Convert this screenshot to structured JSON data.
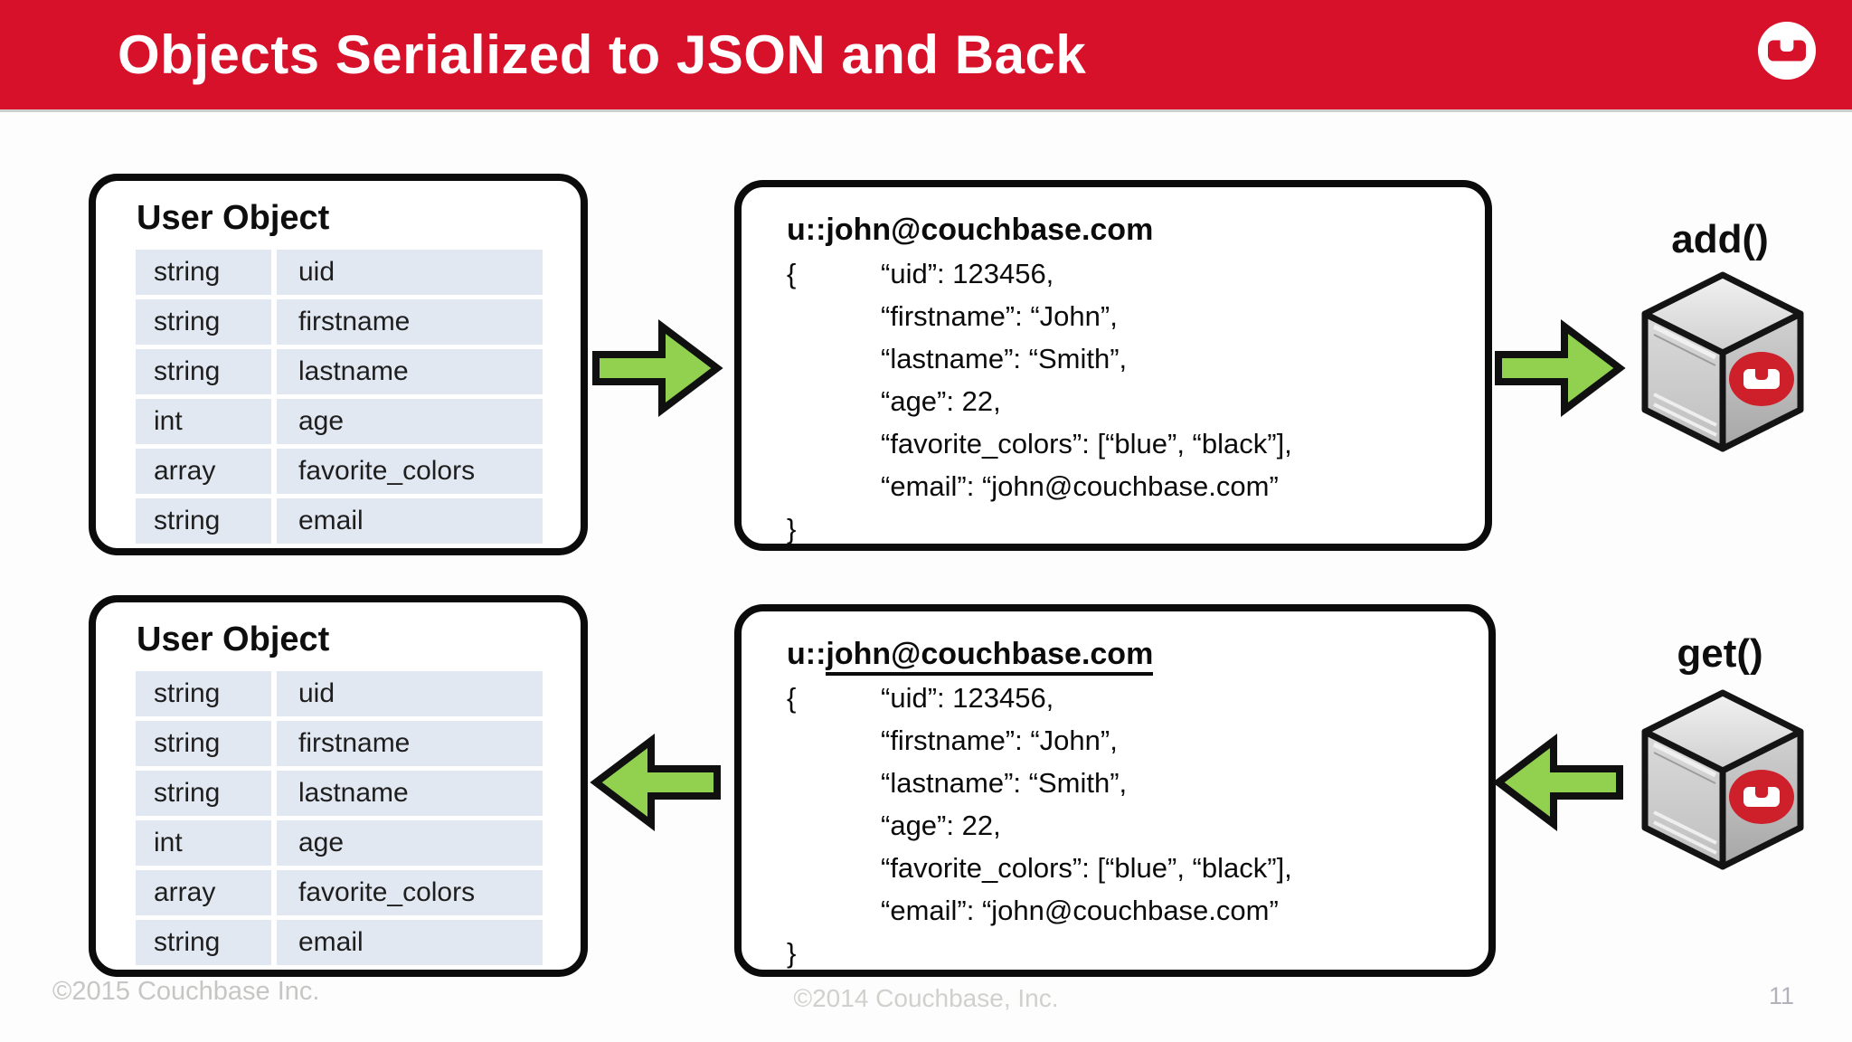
{
  "slide": {
    "title": "Objects Serialized to JSON and Back",
    "page_number": "11"
  },
  "colors": {
    "header_red": "#d8112b",
    "arrow_green": "#92d050",
    "table_row_blue": "#e2e8f2",
    "couchbase_logo_red": "#ce202b"
  },
  "top_flow": {
    "operation": "add()",
    "user_object": {
      "title": "User Object",
      "rows": [
        {
          "type": "string",
          "field": "uid"
        },
        {
          "type": "string",
          "field": "firstname"
        },
        {
          "type": "string",
          "field": "lastname"
        },
        {
          "type": "int",
          "field": "age"
        },
        {
          "type": "array",
          "field": "favorite_colors"
        },
        {
          "type": "string",
          "field": "email"
        }
      ]
    },
    "json_doc": {
      "key_prefix": "u::",
      "key_email": "john@couchbase.com",
      "lines": [
        {
          "brace": "{",
          "text": "“uid”: 123456,"
        },
        {
          "brace": "",
          "text": "“firstname”: “John”,"
        },
        {
          "brace": "",
          "text": "“lastname”: “Smith”,"
        },
        {
          "brace": "",
          "text": "“age”: 22,"
        },
        {
          "brace": "",
          "text": "“favorite_colors”: [“blue”, “black”],"
        },
        {
          "brace": "",
          "text": "“email”: “john@couchbase.com”"
        },
        {
          "brace": "}",
          "text": ""
        }
      ]
    }
  },
  "bottom_flow": {
    "operation": "get()",
    "user_object": {
      "title": "User Object",
      "rows": [
        {
          "type": "string",
          "field": "uid"
        },
        {
          "type": "string",
          "field": "firstname"
        },
        {
          "type": "string",
          "field": "lastname"
        },
        {
          "type": "int",
          "field": "age"
        },
        {
          "type": "array",
          "field": "favorite_colors"
        },
        {
          "type": "string",
          "field": "email"
        }
      ]
    },
    "json_doc": {
      "key_prefix": "u::",
      "key_email": "john@couchbase.com",
      "lines": [
        {
          "brace": "{",
          "text": "“uid”: 123456,"
        },
        {
          "brace": "",
          "text": "“firstname”: “John”,"
        },
        {
          "brace": "",
          "text": "“lastname”: “Smith”,"
        },
        {
          "brace": "",
          "text": "“age”: 22,"
        },
        {
          "brace": "",
          "text": "“favorite_colors”: [“blue”, “black”],"
        },
        {
          "brace": "",
          "text": "“email”: “john@couchbase.com”"
        },
        {
          "brace": "}",
          "text": ""
        }
      ]
    }
  },
  "footer": {
    "copyright_left": "©2015 Couchbase Inc.",
    "copyright_center": "©2014 Couchbase, Inc."
  }
}
